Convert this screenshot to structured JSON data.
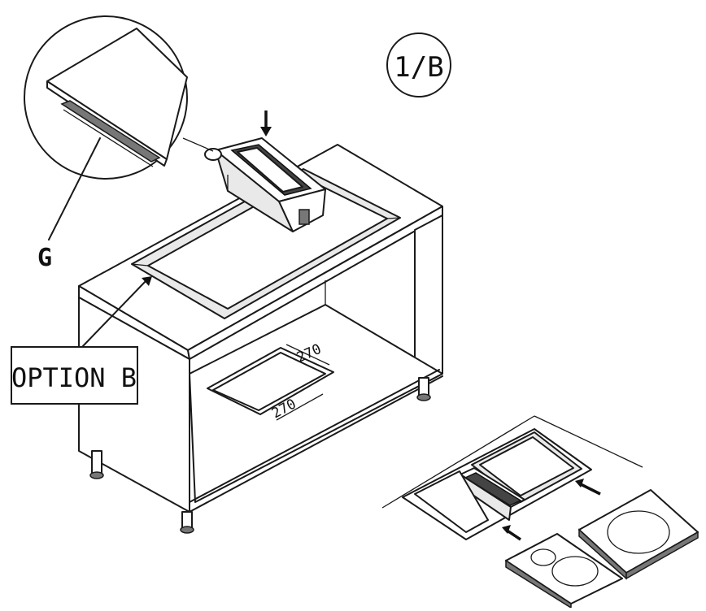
{
  "step_badge": "1/B",
  "detail_label": "G",
  "option_label": "OPTION B",
  "dimensions": {
    "top": "270",
    "bottom": "270"
  },
  "icons": {
    "insert_arrow": "down-arrow-icon",
    "panel_arrow": "left-arrow-icon"
  }
}
